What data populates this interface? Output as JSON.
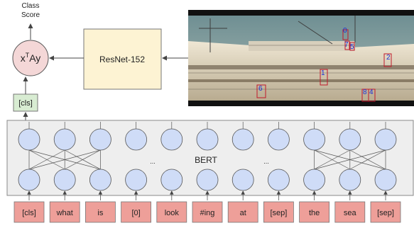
{
  "output": {
    "line1": "Class",
    "line2": "Score"
  },
  "score_fn": {
    "base": "x",
    "sup": "T",
    "rest": "Ay"
  },
  "resnet": {
    "label": "ResNet-152"
  },
  "cls_output": {
    "label": "[cls]"
  },
  "bert": {
    "label": "BERT",
    "ellipsis_left": "...",
    "ellipsis_right": "..."
  },
  "tokens": [
    "[cls]",
    "what",
    "is",
    "[0]",
    "look",
    "#ing",
    "at",
    "[sep]",
    "the",
    "sea",
    "[sep]"
  ],
  "detections": [
    "0",
    "7",
    "5",
    "2",
    "1",
    "6",
    "8",
    "4"
  ],
  "colors": {
    "node_fill": "#cfdcf7",
    "token_fill": "#ee9f99",
    "cls_fill": "#d8ecd2",
    "resnet_fill": "#fdf3d3",
    "bert_fill": "#eeeeee",
    "score_fill": "#f4d7d7",
    "box_red": "#c0192b",
    "label_blue": "#1c2fd6"
  }
}
